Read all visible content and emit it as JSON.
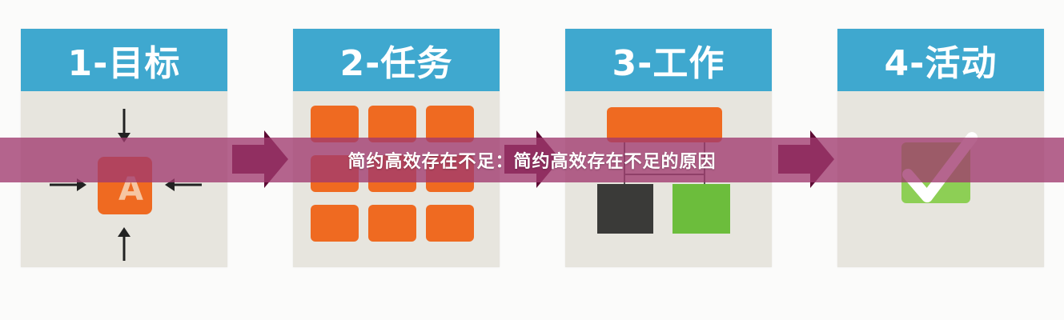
{
  "colors": {
    "header_blue": "#3fa8cf",
    "panel_bg": "#e7e5de",
    "orange": "#ef6a21",
    "arrow_dark": "#5d0b34",
    "banner": "#a03a6e",
    "dark_square": "#3a3a38",
    "green_square": "#6cbd3c",
    "check_green": "#8dcf55"
  },
  "steps": [
    {
      "title": "1-目标",
      "icon": "target-arrows-icon",
      "center_letter": "A"
    },
    {
      "title": "2-任务",
      "icon": "task-grid-icon"
    },
    {
      "title": "3-工作",
      "icon": "work-tree-icon"
    },
    {
      "title": "4-活动",
      "icon": "checkmark-icon"
    }
  ],
  "banner": {
    "text": "简约高效存在不足：简约高效存在不足的原因"
  }
}
